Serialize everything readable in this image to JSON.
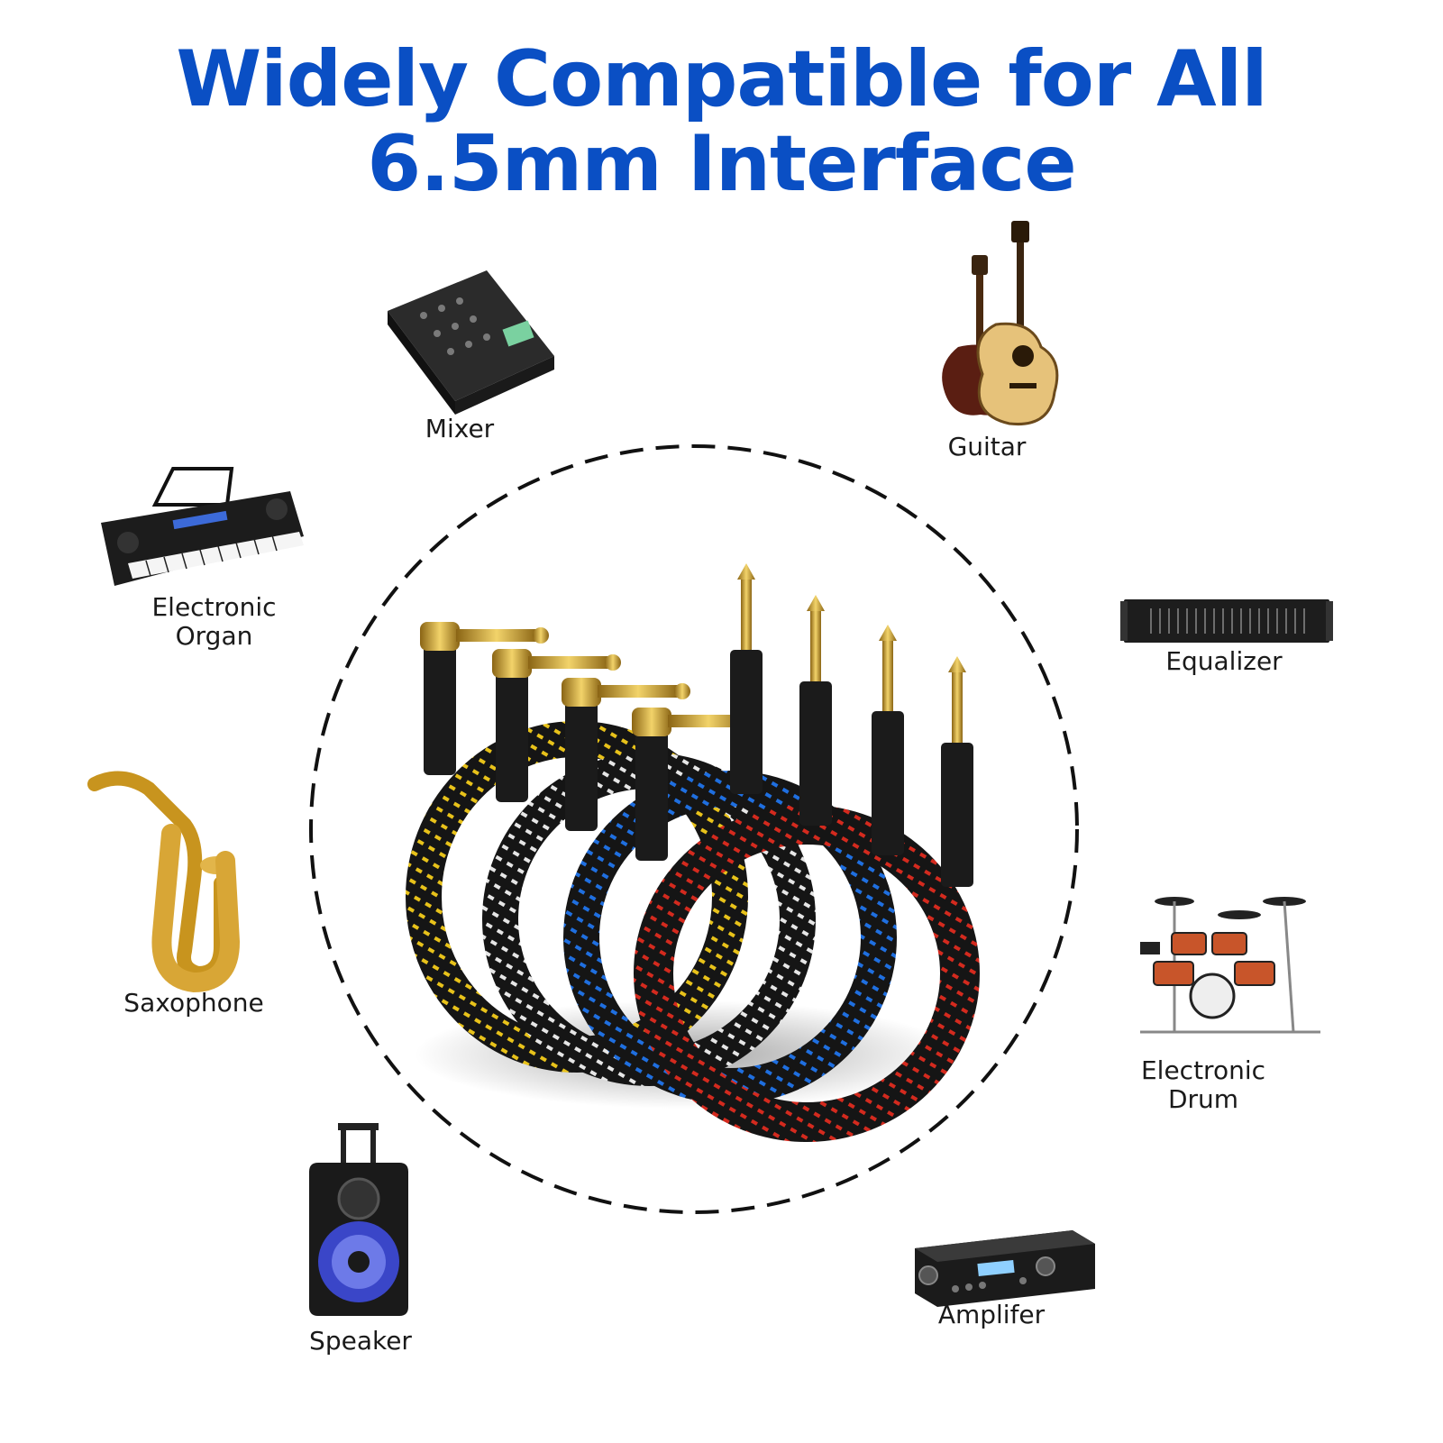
{
  "headline": {
    "line1": "Widely Compatible for All",
    "line2": "6.5mm Interface"
  },
  "devices": {
    "mixer": "Mixer",
    "guitar": "Guitar",
    "organ_line1": "Electronic",
    "organ_line2": "Organ",
    "equalizer": "Equalizer",
    "saxophone": "Saxophone",
    "drum_line1": "Electronic",
    "drum_line2": "Drum",
    "speaker": "Speaker",
    "amplifier": "Amplifer"
  },
  "colors": {
    "headline": "#0a4fc4",
    "cable_yellow": "#e8c21a",
    "cable_white": "#e6e6e6",
    "cable_blue": "#1f6fe0",
    "cable_red": "#d42a1e",
    "gold": "#c89b2a"
  }
}
